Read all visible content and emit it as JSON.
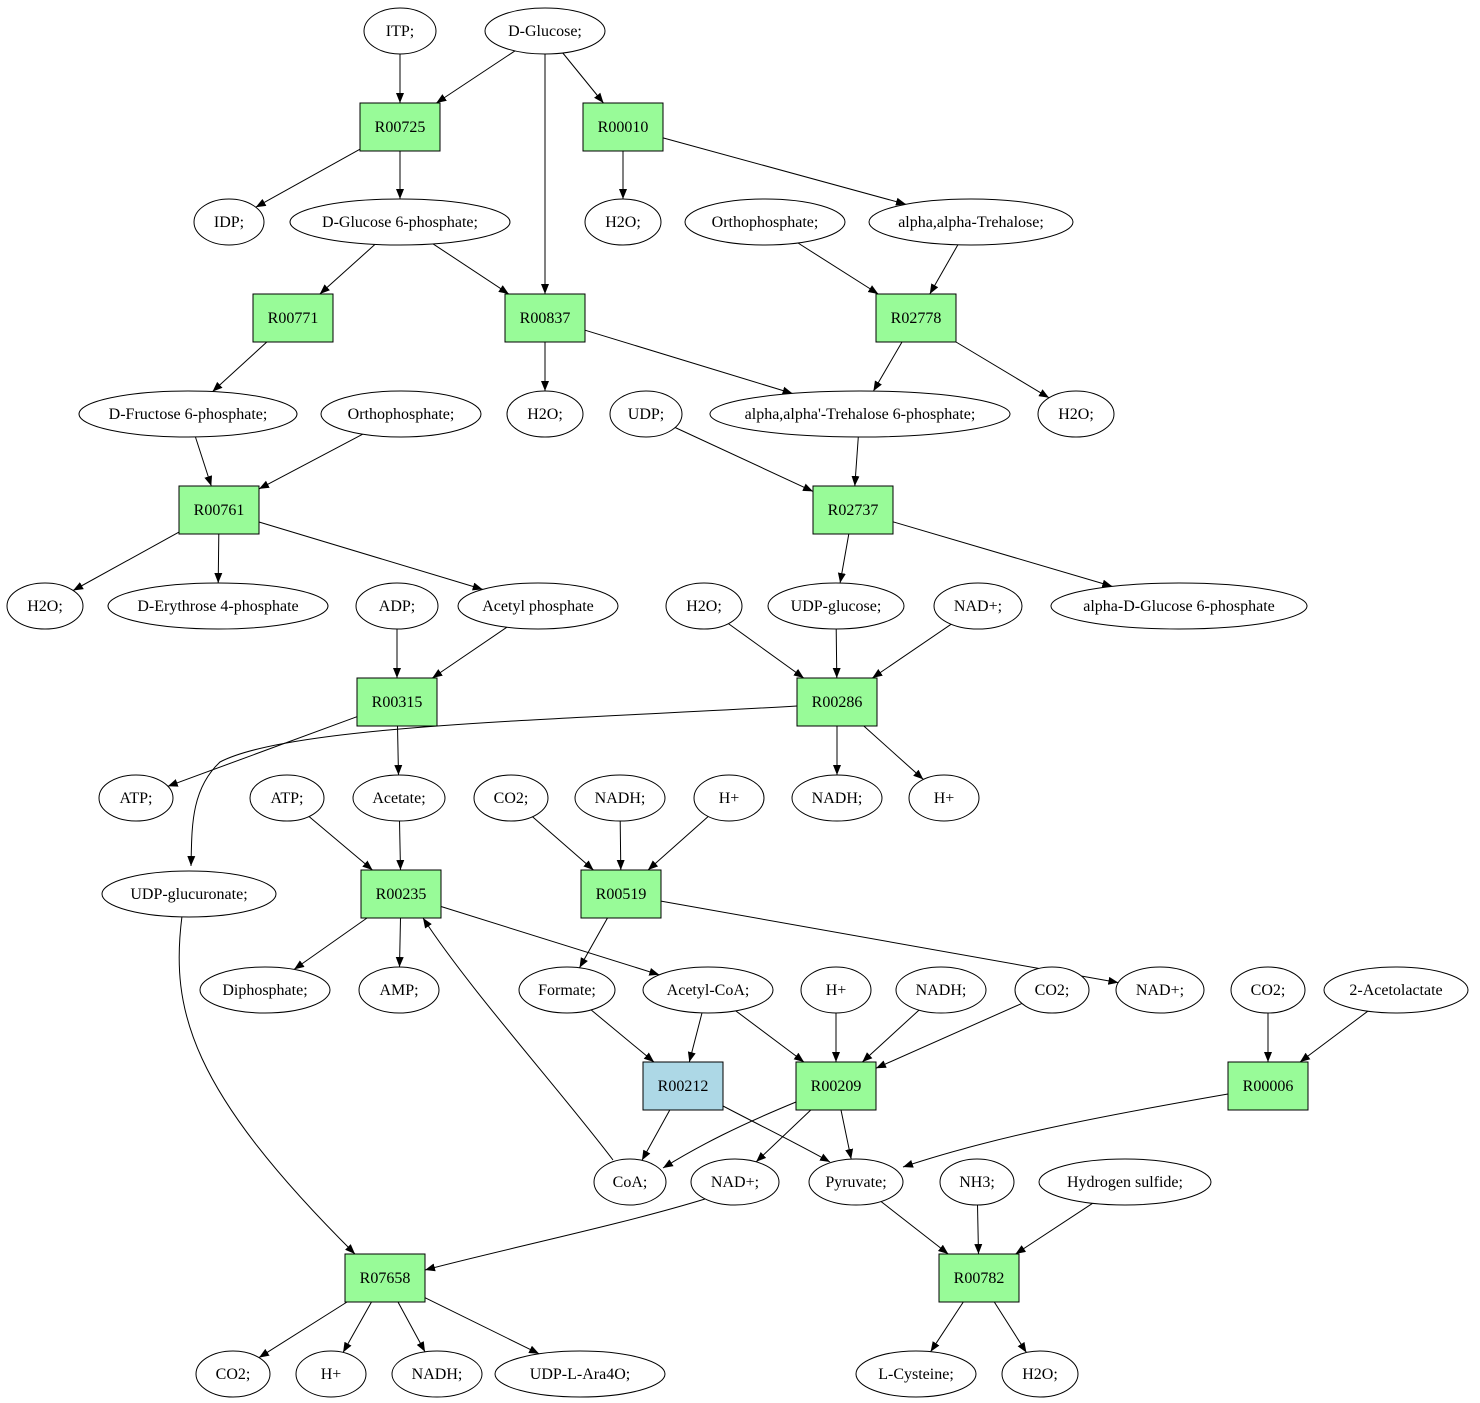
{
  "colors": {
    "reaction": "#98fb98",
    "reaction_highlight": "#add8e6",
    "start": "#00ee00",
    "target": "#ffff00",
    "compound": "#ffffff"
  },
  "nodes": [
    {
      "id": "c_itp",
      "label": "ITP;",
      "kind": "compound"
    },
    {
      "id": "c_glucose",
      "label": "D-Glucose;",
      "kind": "start"
    },
    {
      "id": "r_00725",
      "label": "R00725",
      "kind": "reaction"
    },
    {
      "id": "r_00010",
      "label": "R00010",
      "kind": "reaction"
    },
    {
      "id": "c_idp",
      "label": "IDP;",
      "kind": "compound"
    },
    {
      "id": "c_g6p",
      "label": "D-Glucose 6-phosphate;",
      "kind": "compound"
    },
    {
      "id": "c_h2o_1",
      "label": "H2O;",
      "kind": "compound"
    },
    {
      "id": "c_ortho_1",
      "label": "Orthophosphate;",
      "kind": "compound"
    },
    {
      "id": "c_trehalose",
      "label": "alpha,alpha-Trehalose;",
      "kind": "compound"
    },
    {
      "id": "r_00771",
      "label": "R00771",
      "kind": "reaction"
    },
    {
      "id": "r_00837",
      "label": "R00837",
      "kind": "reaction"
    },
    {
      "id": "r_02778",
      "label": "R02778",
      "kind": "reaction"
    },
    {
      "id": "c_f6p",
      "label": "D-Fructose 6-phosphate;",
      "kind": "compound"
    },
    {
      "id": "c_ortho_2",
      "label": "Orthophosphate;",
      "kind": "compound"
    },
    {
      "id": "c_h2o_2",
      "label": "H2O;",
      "kind": "compound"
    },
    {
      "id": "c_udp",
      "label": "UDP;",
      "kind": "compound"
    },
    {
      "id": "c_t6p",
      "label": "alpha,alpha'-Trehalose 6-phosphate;",
      "kind": "compound"
    },
    {
      "id": "c_h2o_3",
      "label": "H2O;",
      "kind": "compound"
    },
    {
      "id": "r_00761",
      "label": "R00761",
      "kind": "reaction"
    },
    {
      "id": "r_02737",
      "label": "R02737",
      "kind": "reaction"
    },
    {
      "id": "c_h2o_4",
      "label": "H2O;",
      "kind": "compound"
    },
    {
      "id": "c_e4p",
      "label": "D-Erythrose 4-phosphate",
      "kind": "compound"
    },
    {
      "id": "c_adp",
      "label": "ADP;",
      "kind": "compound"
    },
    {
      "id": "c_acp",
      "label": "Acetyl phosphate",
      "kind": "compound"
    },
    {
      "id": "c_h2o_5",
      "label": "H2O;",
      "kind": "compound"
    },
    {
      "id": "c_udpglc",
      "label": "UDP-glucose;",
      "kind": "compound"
    },
    {
      "id": "c_nadp_1",
      "label": "NAD+;",
      "kind": "compound"
    },
    {
      "id": "c_ag6p",
      "label": "alpha-D-Glucose 6-phosphate",
      "kind": "compound"
    },
    {
      "id": "r_00315",
      "label": "R00315",
      "kind": "reaction"
    },
    {
      "id": "r_00286",
      "label": "R00286",
      "kind": "reaction"
    },
    {
      "id": "c_atp_1",
      "label": "ATP;",
      "kind": "compound"
    },
    {
      "id": "c_atp_2",
      "label": "ATP;",
      "kind": "compound"
    },
    {
      "id": "c_acetate",
      "label": "Acetate;",
      "kind": "compound"
    },
    {
      "id": "c_co2_1",
      "label": "CO2;",
      "kind": "compound"
    },
    {
      "id": "c_nadh_1",
      "label": "NADH;",
      "kind": "compound"
    },
    {
      "id": "c_hplus_1",
      "label": "H+",
      "kind": "compound"
    },
    {
      "id": "c_nadh_2",
      "label": "NADH;",
      "kind": "compound"
    },
    {
      "id": "c_hplus_2",
      "label": "H+",
      "kind": "compound"
    },
    {
      "id": "c_udpgca",
      "label": "UDP-glucuronate;",
      "kind": "compound"
    },
    {
      "id": "r_00235",
      "label": "R00235",
      "kind": "reaction"
    },
    {
      "id": "r_00519",
      "label": "R00519",
      "kind": "reaction"
    },
    {
      "id": "c_pp",
      "label": "Diphosphate;",
      "kind": "compound"
    },
    {
      "id": "c_amp",
      "label": "AMP;",
      "kind": "compound"
    },
    {
      "id": "c_formate",
      "label": "Formate;",
      "kind": "compound"
    },
    {
      "id": "c_acoa",
      "label": "Acetyl-CoA;",
      "kind": "compound"
    },
    {
      "id": "c_hplus_3",
      "label": "H+",
      "kind": "compound"
    },
    {
      "id": "c_nadh_3",
      "label": "NADH;",
      "kind": "compound"
    },
    {
      "id": "c_co2_2",
      "label": "CO2;",
      "kind": "compound"
    },
    {
      "id": "c_nadp_2",
      "label": "NAD+;",
      "kind": "compound"
    },
    {
      "id": "c_co2_3",
      "label": "CO2;",
      "kind": "compound"
    },
    {
      "id": "c_acl",
      "label": "2-Acetolactate",
      "kind": "compound"
    },
    {
      "id": "r_00212",
      "label": "R00212",
      "kind": "reaction_highlight"
    },
    {
      "id": "r_00209",
      "label": "R00209",
      "kind": "reaction"
    },
    {
      "id": "r_00006",
      "label": "R00006",
      "kind": "reaction"
    },
    {
      "id": "c_coa",
      "label": "CoA;",
      "kind": "compound"
    },
    {
      "id": "c_nadp_3",
      "label": "NAD+;",
      "kind": "compound"
    },
    {
      "id": "c_pyruvate",
      "label": "Pyruvate;",
      "kind": "compound"
    },
    {
      "id": "c_nh3",
      "label": "NH3;",
      "kind": "compound"
    },
    {
      "id": "c_h2s",
      "label": "Hydrogen sulfide;",
      "kind": "compound"
    },
    {
      "id": "r_07658",
      "label": "R07658",
      "kind": "reaction"
    },
    {
      "id": "r_00782",
      "label": "R00782",
      "kind": "reaction"
    },
    {
      "id": "c_co2_4",
      "label": "CO2;",
      "kind": "compound"
    },
    {
      "id": "c_hplus_4",
      "label": "H+",
      "kind": "compound"
    },
    {
      "id": "c_nadh_4",
      "label": "NADH;",
      "kind": "compound"
    },
    {
      "id": "c_udpara",
      "label": "UDP-L-Ara4O;",
      "kind": "compound"
    },
    {
      "id": "c_cys",
      "label": "L-Cysteine;",
      "kind": "target"
    },
    {
      "id": "c_h2o_6",
      "label": "H2O;",
      "kind": "compound"
    }
  ],
  "edges": [
    [
      "c_itp",
      "r_00725"
    ],
    [
      "c_glucose",
      "r_00725"
    ],
    [
      "c_glucose",
      "r_00837"
    ],
    [
      "c_glucose",
      "r_00010"
    ],
    [
      "r_00725",
      "c_idp"
    ],
    [
      "r_00725",
      "c_g6p"
    ],
    [
      "r_00010",
      "c_h2o_1"
    ],
    [
      "r_00010",
      "c_trehalose"
    ],
    [
      "c_g6p",
      "r_00771"
    ],
    [
      "c_g6p",
      "r_00837"
    ],
    [
      "c_ortho_1",
      "r_02778"
    ],
    [
      "c_trehalose",
      "r_02778"
    ],
    [
      "r_00771",
      "c_f6p"
    ],
    [
      "r_00837",
      "c_h2o_2"
    ],
    [
      "r_00837",
      "c_t6p"
    ],
    [
      "r_02778",
      "c_t6p"
    ],
    [
      "r_02778",
      "c_h2o_3"
    ],
    [
      "c_f6p",
      "r_00761"
    ],
    [
      "c_ortho_2",
      "r_00761"
    ],
    [
      "c_udp",
      "r_02737"
    ],
    [
      "c_t6p",
      "r_02737"
    ],
    [
      "r_00761",
      "c_h2o_4"
    ],
    [
      "r_00761",
      "c_e4p"
    ],
    [
      "r_00761",
      "c_acp"
    ],
    [
      "r_02737",
      "c_udpglc"
    ],
    [
      "r_02737",
      "c_ag6p"
    ],
    [
      "c_adp",
      "r_00315"
    ],
    [
      "c_acp",
      "r_00315"
    ],
    [
      "c_h2o_5",
      "r_00286"
    ],
    [
      "c_udpglc",
      "r_00286"
    ],
    [
      "c_nadp_1",
      "r_00286"
    ],
    [
      "r_00315",
      "c_atp_1"
    ],
    [
      "r_00315",
      "c_acetate"
    ],
    [
      "r_00286",
      "c_udpgca"
    ],
    [
      "r_00286",
      "c_nadh_2"
    ],
    [
      "r_00286",
      "c_hplus_2"
    ],
    [
      "c_atp_2",
      "r_00235"
    ],
    [
      "c_acetate",
      "r_00235"
    ],
    [
      "c_co2_1",
      "r_00519"
    ],
    [
      "c_nadh_1",
      "r_00519"
    ],
    [
      "c_hplus_1",
      "r_00519"
    ],
    [
      "c_udpgca",
      "r_07658"
    ],
    [
      "r_00235",
      "c_pp"
    ],
    [
      "r_00235",
      "c_amp"
    ],
    [
      "r_00235",
      "c_acoa"
    ],
    [
      "r_00519",
      "c_formate"
    ],
    [
      "r_00519",
      "c_nadp_2"
    ],
    [
      "c_formate",
      "r_00212"
    ],
    [
      "c_acoa",
      "r_00212"
    ],
    [
      "c_acoa",
      "r_00209"
    ],
    [
      "c_hplus_3",
      "r_00209"
    ],
    [
      "c_nadh_3",
      "r_00209"
    ],
    [
      "c_co2_2",
      "r_00209"
    ],
    [
      "c_co2_3",
      "r_00006"
    ],
    [
      "c_acl",
      "r_00006"
    ],
    [
      "r_00212",
      "c_coa"
    ],
    [
      "r_00212",
      "c_pyruvate"
    ],
    [
      "r_00209",
      "c_coa"
    ],
    [
      "r_00209",
      "c_nadp_3"
    ],
    [
      "r_00209",
      "c_pyruvate"
    ],
    [
      "r_00006",
      "c_pyruvate"
    ],
    [
      "c_coa",
      "r_00235"
    ],
    [
      "c_nadp_3",
      "r_07658"
    ],
    [
      "c_pyruvate",
      "r_00782"
    ],
    [
      "c_nh3",
      "r_00782"
    ],
    [
      "c_h2s",
      "r_00782"
    ],
    [
      "r_07658",
      "c_co2_4"
    ],
    [
      "r_07658",
      "c_hplus_4"
    ],
    [
      "r_07658",
      "c_nadh_4"
    ],
    [
      "r_07658",
      "c_udpara"
    ],
    [
      "r_00782",
      "c_cys"
    ],
    [
      "r_00782",
      "c_h2o_6"
    ]
  ]
}
